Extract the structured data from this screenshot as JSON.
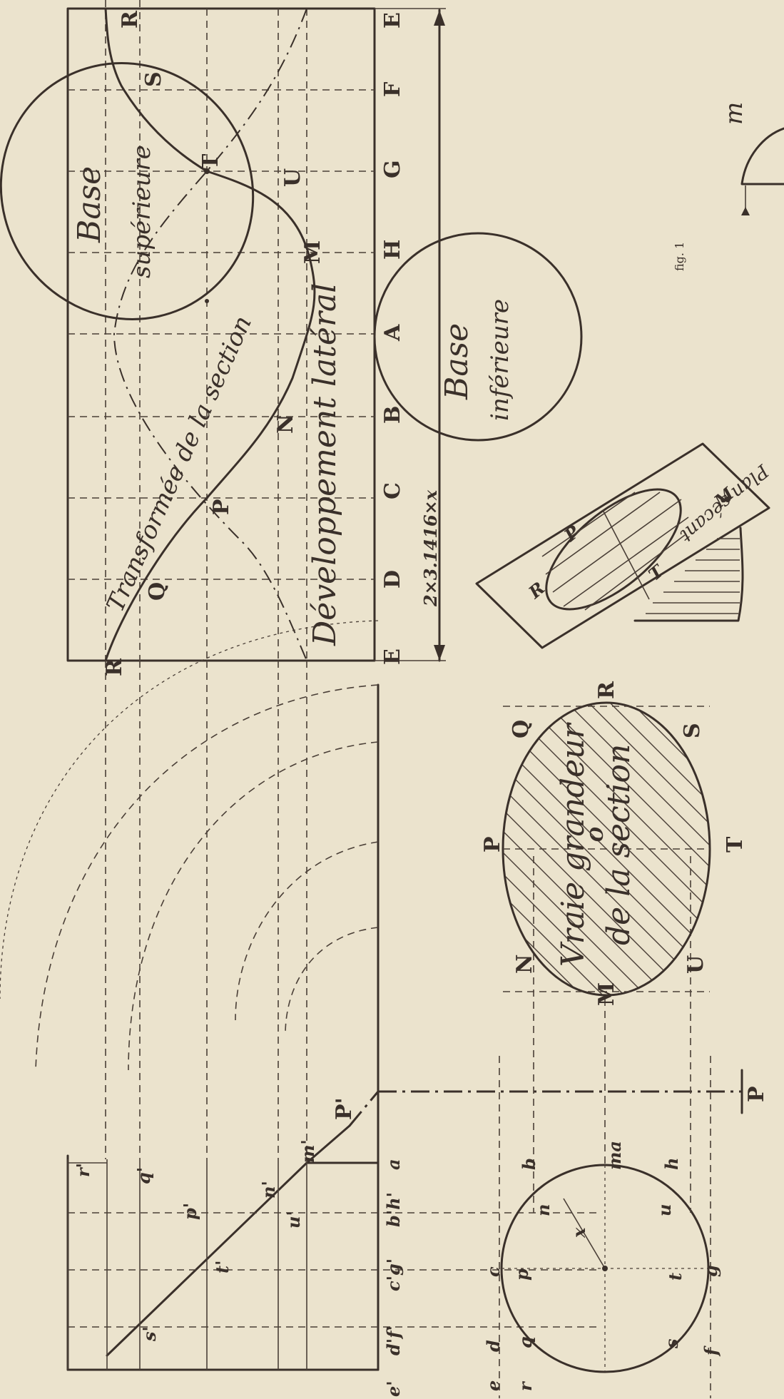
{
  "texts": {
    "base_superieure_1": "Base",
    "base_superieure_2": "supérieure",
    "base_inferieure_1": "Base",
    "base_inferieure_2": "inférieure",
    "transformee": "Transformée de la section",
    "developpement": "Développement latéral",
    "formula": "2×3.1416×x",
    "vraie_1": "Vraie grandeur",
    "vraie_2": "de la section",
    "center_O": "O",
    "plan_secant": "Plan sécant",
    "fig_caption": "fig. 1"
  },
  "dev_axis": [
    "E",
    "D",
    "C",
    "B",
    "A",
    "H",
    "G",
    "F",
    "E"
  ],
  "dev_curve_points": [
    "R",
    "Q",
    "P",
    "N",
    "M",
    "U",
    "T",
    "S",
    "R"
  ],
  "section_points": [
    "M",
    "N",
    "P",
    "Q",
    "R",
    "S",
    "T",
    "U"
  ],
  "elev_labels": {
    "r": "r'",
    "q": "q'",
    "s": "s'",
    "t": "t'",
    "p": "p'",
    "n": "n'",
    "u": "u'",
    "m": "m'",
    "P1": "P'",
    "plan_a": "a",
    "plan_bh": "b'h'",
    "plan_cg": "c'g'",
    "plan_df": "d'f'",
    "plan_e": "e'"
  },
  "plan_circle_labels": {
    "ma": "ma",
    "x": "x",
    "n": "n",
    "b": "b",
    "h": "h",
    "u": "u",
    "c": "c",
    "p": "p",
    "t": "t",
    "g": "g",
    "d": "d",
    "q": "q",
    "s": "s",
    "f": "f",
    "e": "e",
    "r": "r"
  },
  "trace_P": "P",
  "persp_labels": {
    "R": "R",
    "P": "P",
    "T": "T",
    "M": "M",
    "m": "m"
  }
}
